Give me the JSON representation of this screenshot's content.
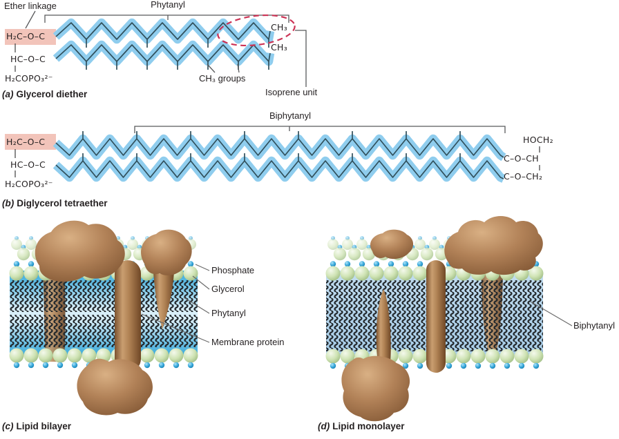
{
  "palette": {
    "chain_fill": "#8fcdee",
    "chain_line": "#31505c",
    "ether_highlight": "#f2c4ba",
    "isoprene_dash": "#cc3355",
    "ink": "#231f20",
    "leader_line": "#6b6b6b",
    "bilayer_blue": "#2aa5da",
    "monolayer_blue": "#aed2ec",
    "head_green": "#cfe3b4",
    "phosphate_blue": "#2196cc",
    "protein_brown": "#a97a4e"
  },
  "panel_a": {
    "ether_linkage_label": "Ether linkage",
    "bracket_label": "Phytanyl",
    "ch3_top": "CH₃",
    "ch3_bottom": "CH₃",
    "ch3_groups_label": "CH₃ groups",
    "isoprene_label": "Isoprene unit",
    "formula_line1": "H₂C–O–C",
    "formula_line2": "HC–O–C",
    "formula_line3": "H₂COPO₃²⁻",
    "caption_index": "(a)",
    "caption_text": "Glycerol diether"
  },
  "panel_b": {
    "bracket_label": "Biphytanyl",
    "formula_line1": "H₂C–O–C",
    "formula_line2": "HC–O–C",
    "formula_line3": "H₂COPO₃²⁻",
    "right_formula_line1": "HOCH₂",
    "right_formula_line2": "C–O–CH",
    "right_formula_line3": "C–O–CH₂",
    "caption_index": "(b)",
    "caption_text": "Diglycerol tetraether"
  },
  "panel_c": {
    "labels": {
      "phosphate": "Phosphate",
      "glycerol": "Glycerol",
      "phytanyl": "Phytanyl",
      "membrane_protein": "Membrane protein"
    },
    "caption_index": "(c)",
    "caption_text": "Lipid bilayer"
  },
  "panel_d": {
    "label_biphytanyl": "Biphytanyl",
    "caption_index": "(d)",
    "caption_text": "Lipid monolayer"
  }
}
